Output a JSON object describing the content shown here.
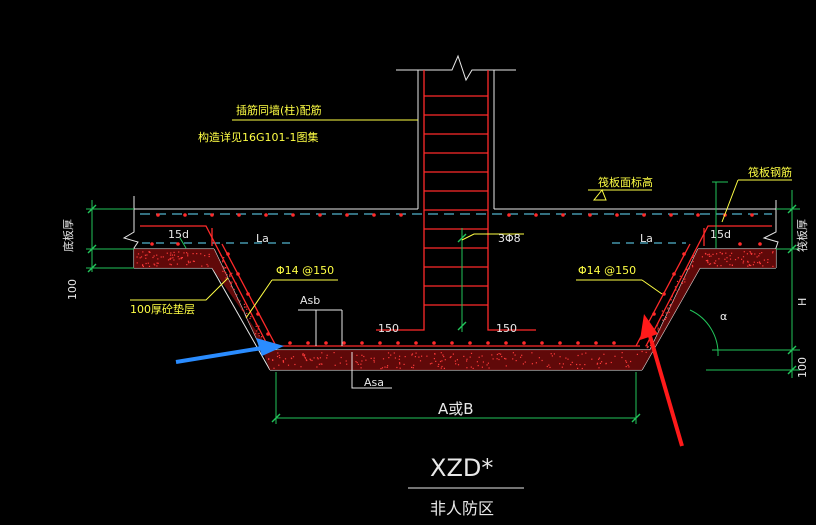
{
  "drawing": {
    "colors": {
      "background": "#000000",
      "outline": "#e8e8e8",
      "rebar": "#ff2a2a",
      "annotation": "#ffff44",
      "dimension": "#22c45a",
      "centerline": "#66e0ff",
      "concrete": "#ff3a3a",
      "arrow_blue": "#2a8cff",
      "arrow_red": "#ff1a1a"
    },
    "texts": {
      "dowel_note": "插筋同墙(柱)配筋",
      "detail_note": "构造详见16G101-1图集",
      "slab_top_level": "筏板面标高",
      "slab_rebar": "筏板钢筋",
      "slab_thickness_left": "底板厚",
      "slab_thickness_right": "筏板厚",
      "dim_100_left": "100",
      "dim_100_right": "100",
      "dim_h": "H",
      "anchor_15d_left": "15d",
      "anchor_15d_right": "15d",
      "la_left": "La",
      "la_right": "La",
      "stirrup": "3Φ8",
      "slope_bar_left": "Φ14 @150",
      "slope_bar_right": "Φ14 @150",
      "cushion": "100厚砼垫层",
      "asb": "Asb",
      "asa": "Asa",
      "dim_150_left": "150",
      "dim_150_right": "150",
      "width": "A或B",
      "alpha": "α",
      "title": "XZD*",
      "subtitle": "非人防区"
    }
  }
}
